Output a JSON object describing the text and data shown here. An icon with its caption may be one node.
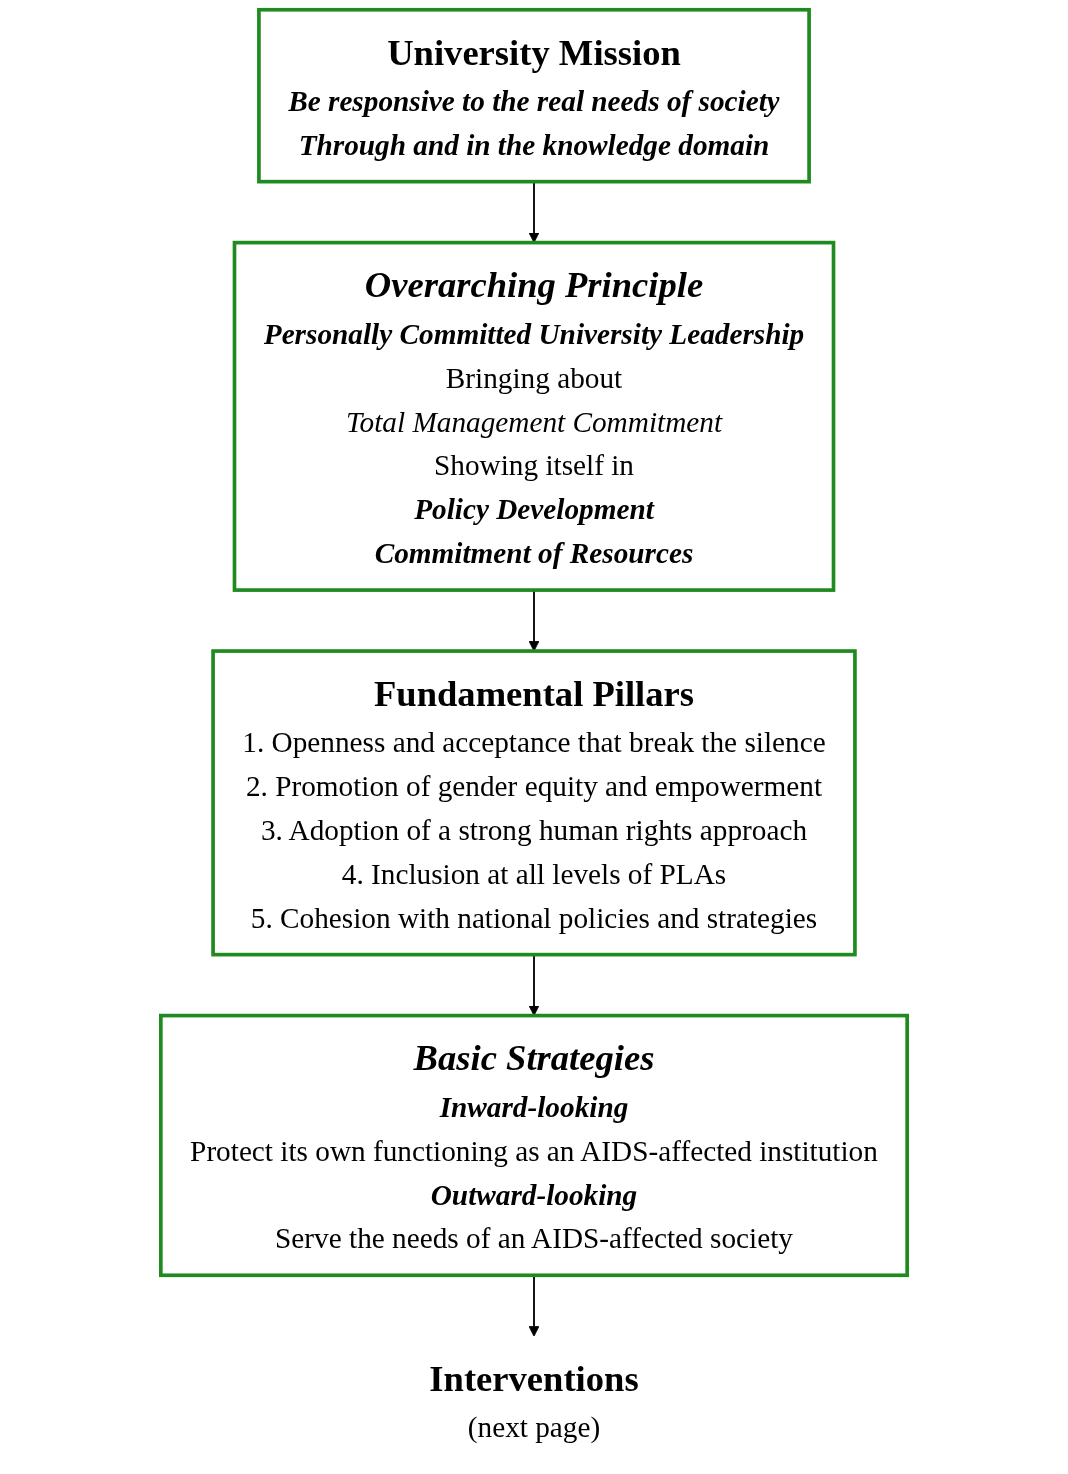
{
  "diagram": {
    "nodes": [
      {
        "text": [
          "University Mission",
          "Be responsive to the real needs of society",
          "Through and in the knowledge domain"
        ]
      },
      {
        "text": [
          "Overarching Principle",
          "Personally Committed University Leadership",
          "Bringing about",
          "Total Management Commitment",
          "Showing itself in",
          "Policy Development",
          "Commitment of Resources"
        ]
      },
      {
        "text": [
          "Fundamental Pillars",
          "1. Openness and acceptance that break the silence",
          "2. Promotion of gender equity and empowerment",
          "3. Adoption of a strong human rights approach",
          "4. Inclusion at all levels of PLAs",
          "5. Cohesion with national policies and strategies"
        ]
      },
      {
        "text": [
          "Basic Strategies",
          "Inward-looking",
          "Protect its own functioning as an AIDS-affected institution",
          "Outward-looking",
          "Serve the needs of an AIDS-affected society"
        ]
      },
      {
        "text": [
          "Interventions",
          "(next page)"
        ]
      }
    ],
    "edges": [
      {
        "from": 0,
        "to": 1,
        "arrow": "to"
      },
      {
        "from": 1,
        "to": 2,
        "arrow": "to"
      },
      {
        "from": 2,
        "to": 3,
        "arrow": "to"
      },
      {
        "from": 3,
        "to": 4,
        "arrow": "to"
      }
    ]
  }
}
